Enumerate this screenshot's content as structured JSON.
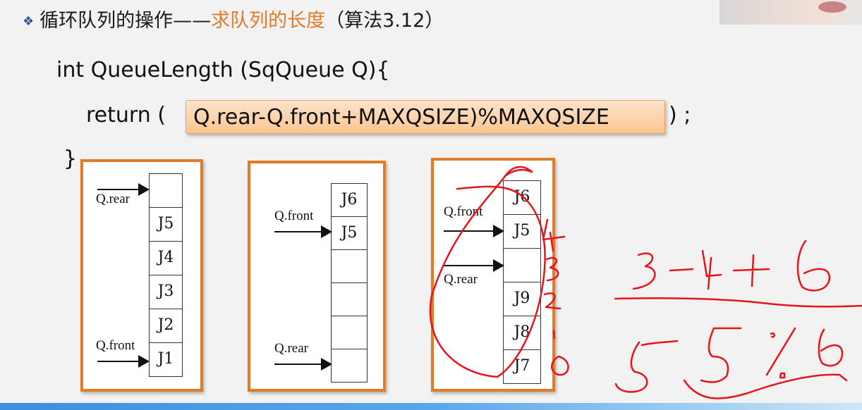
{
  "slide": {
    "title": {
      "bullet_icon": "❖",
      "prefix": "循环队列的操作——",
      "highlight": "求队列的长度",
      "suffix": "（算法3.12）"
    },
    "code": {
      "line1": "int  QueueLength (SqQueue Q){",
      "line2_prefix": "return (",
      "answer": "Q.rear-Q.front+MAXQSIZE)%MAXQSIZE",
      "line2_suffix": ") ;",
      "line3": "}"
    },
    "colors": {
      "accent": "#e07b27",
      "bullet": "#2f5597",
      "ink": "#e8141c",
      "answer_fill": "#fbc592"
    }
  },
  "diagrams": [
    {
      "cells_top_to_bottom": [
        "",
        "J5",
        "J4",
        "J3",
        "J2",
        "J1"
      ],
      "pointers": {
        "rear_label": "Q.rear",
        "front_label": "Q.front"
      }
    },
    {
      "cells_top_to_bottom": [
        "J6",
        "J5",
        "",
        "",
        "",
        ""
      ],
      "pointers": {
        "front_label": "Q.front",
        "rear_label": "Q.rear"
      }
    },
    {
      "cells_top_to_bottom": [
        "J6",
        "J5",
        "",
        "J9",
        "J8",
        "J7"
      ],
      "pointers": {
        "front_label": "Q.front",
        "rear_label": "Q.rear"
      }
    }
  ],
  "annotations": {
    "index_labels": [
      "4",
      "3",
      "2",
      "1",
      "0"
    ],
    "formula_numerator": "3-4+6",
    "formula_result": "5",
    "formula_mod": "5%6"
  }
}
